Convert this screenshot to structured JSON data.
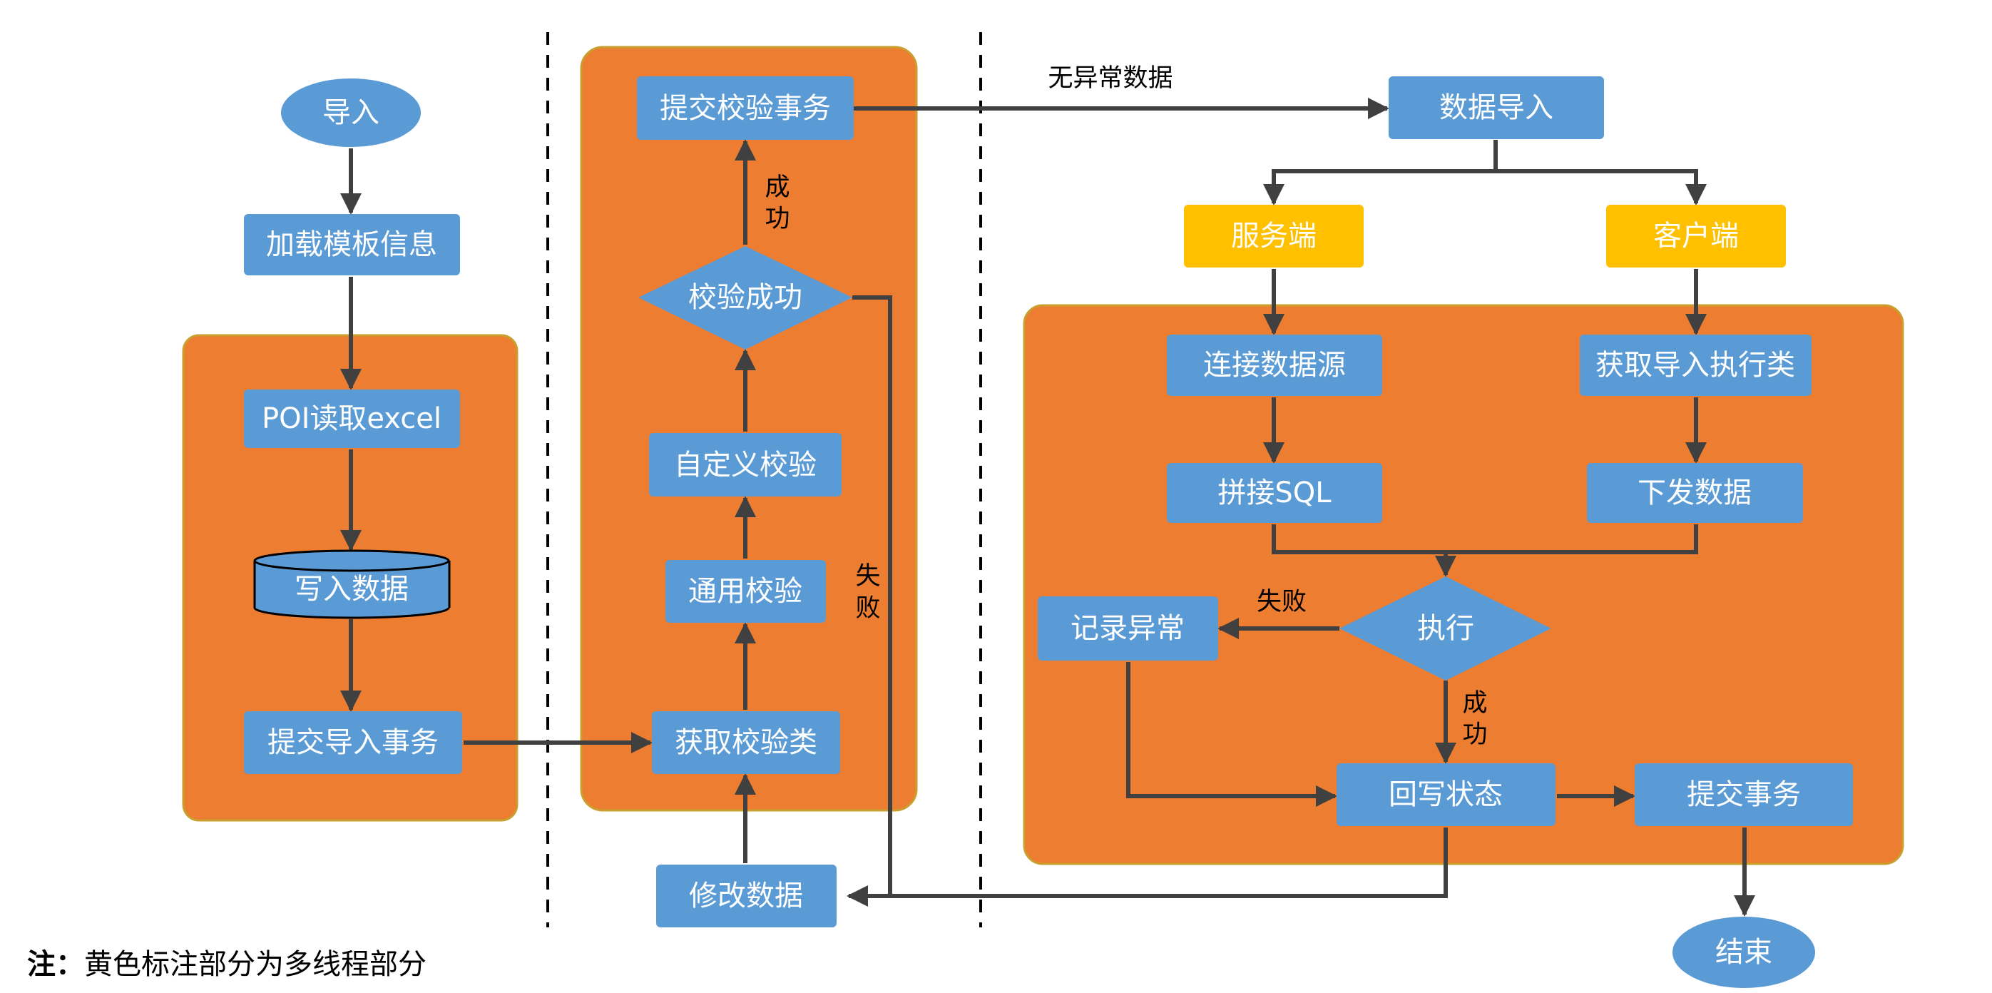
{
  "colors": {
    "group_fill": "#ED7D31",
    "group_stroke": "#C9A02E",
    "node_blue": "#5B9BD5",
    "node_yellow": "#FFC000",
    "line": "#404040",
    "dash": "#000000"
  },
  "nodes": {
    "import": "导入",
    "load_template": "加载模板信息",
    "poi_read": "POI读取excel",
    "write_data": "写入数据",
    "submit_import_tx": "提交导入事务",
    "submit_validate_tx": "提交校验事务",
    "validate_ok": "校验成功",
    "custom_validate": "自定义校验",
    "common_validate": "通用校验",
    "get_validator": "获取校验类",
    "modify_data": "修改数据",
    "data_import": "数据导入",
    "server": "服务端",
    "client": "客户端",
    "connect_ds": "连接数据源",
    "get_exec_class": "获取导入执行类",
    "concat_sql": "拼接SQL",
    "send_data": "下发数据",
    "execute": "执行",
    "log_error": "记录异常",
    "write_back": "回写状态",
    "submit_tx": "提交事务",
    "end": "结束"
  },
  "edge_labels": {
    "no_exception": "无异常数据",
    "success_1_a": "成",
    "success_1_b": "功",
    "fail_1_a": "失",
    "fail_1_b": "败",
    "fail_2": "失败",
    "success_2_a": "成",
    "success_2_b": "功"
  },
  "note": {
    "prefix": "注：",
    "text": "黄色标注部分为多线程部分"
  }
}
